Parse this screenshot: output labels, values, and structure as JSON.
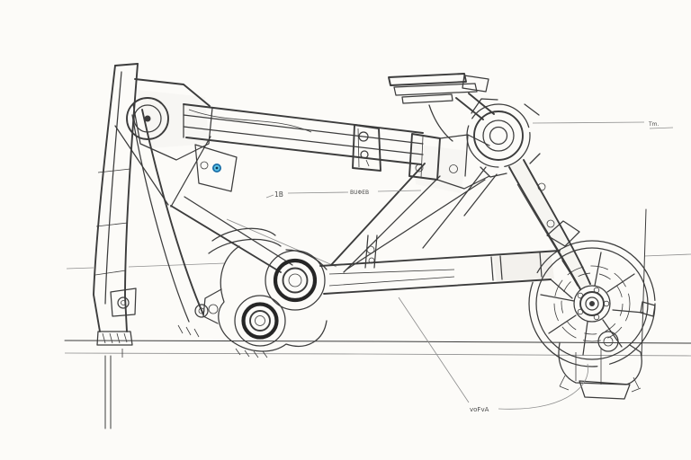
{
  "colors": {
    "bg": "#fcfbf8",
    "ink": "#3c3c3c",
    "ink_heavy": "#262626",
    "guide": "#8f8f8f",
    "label": "#4a4a4a",
    "shade": "#e9e7e2",
    "accent_ring": "#1a6fa8",
    "accent_core": "#5fc6e9",
    "accent_pupil": "#0d3550"
  },
  "callouts": {
    "upper_left": "1B",
    "upper_mid": "BUΦEB",
    "right": "Tm.",
    "bottom": "voFvA"
  }
}
